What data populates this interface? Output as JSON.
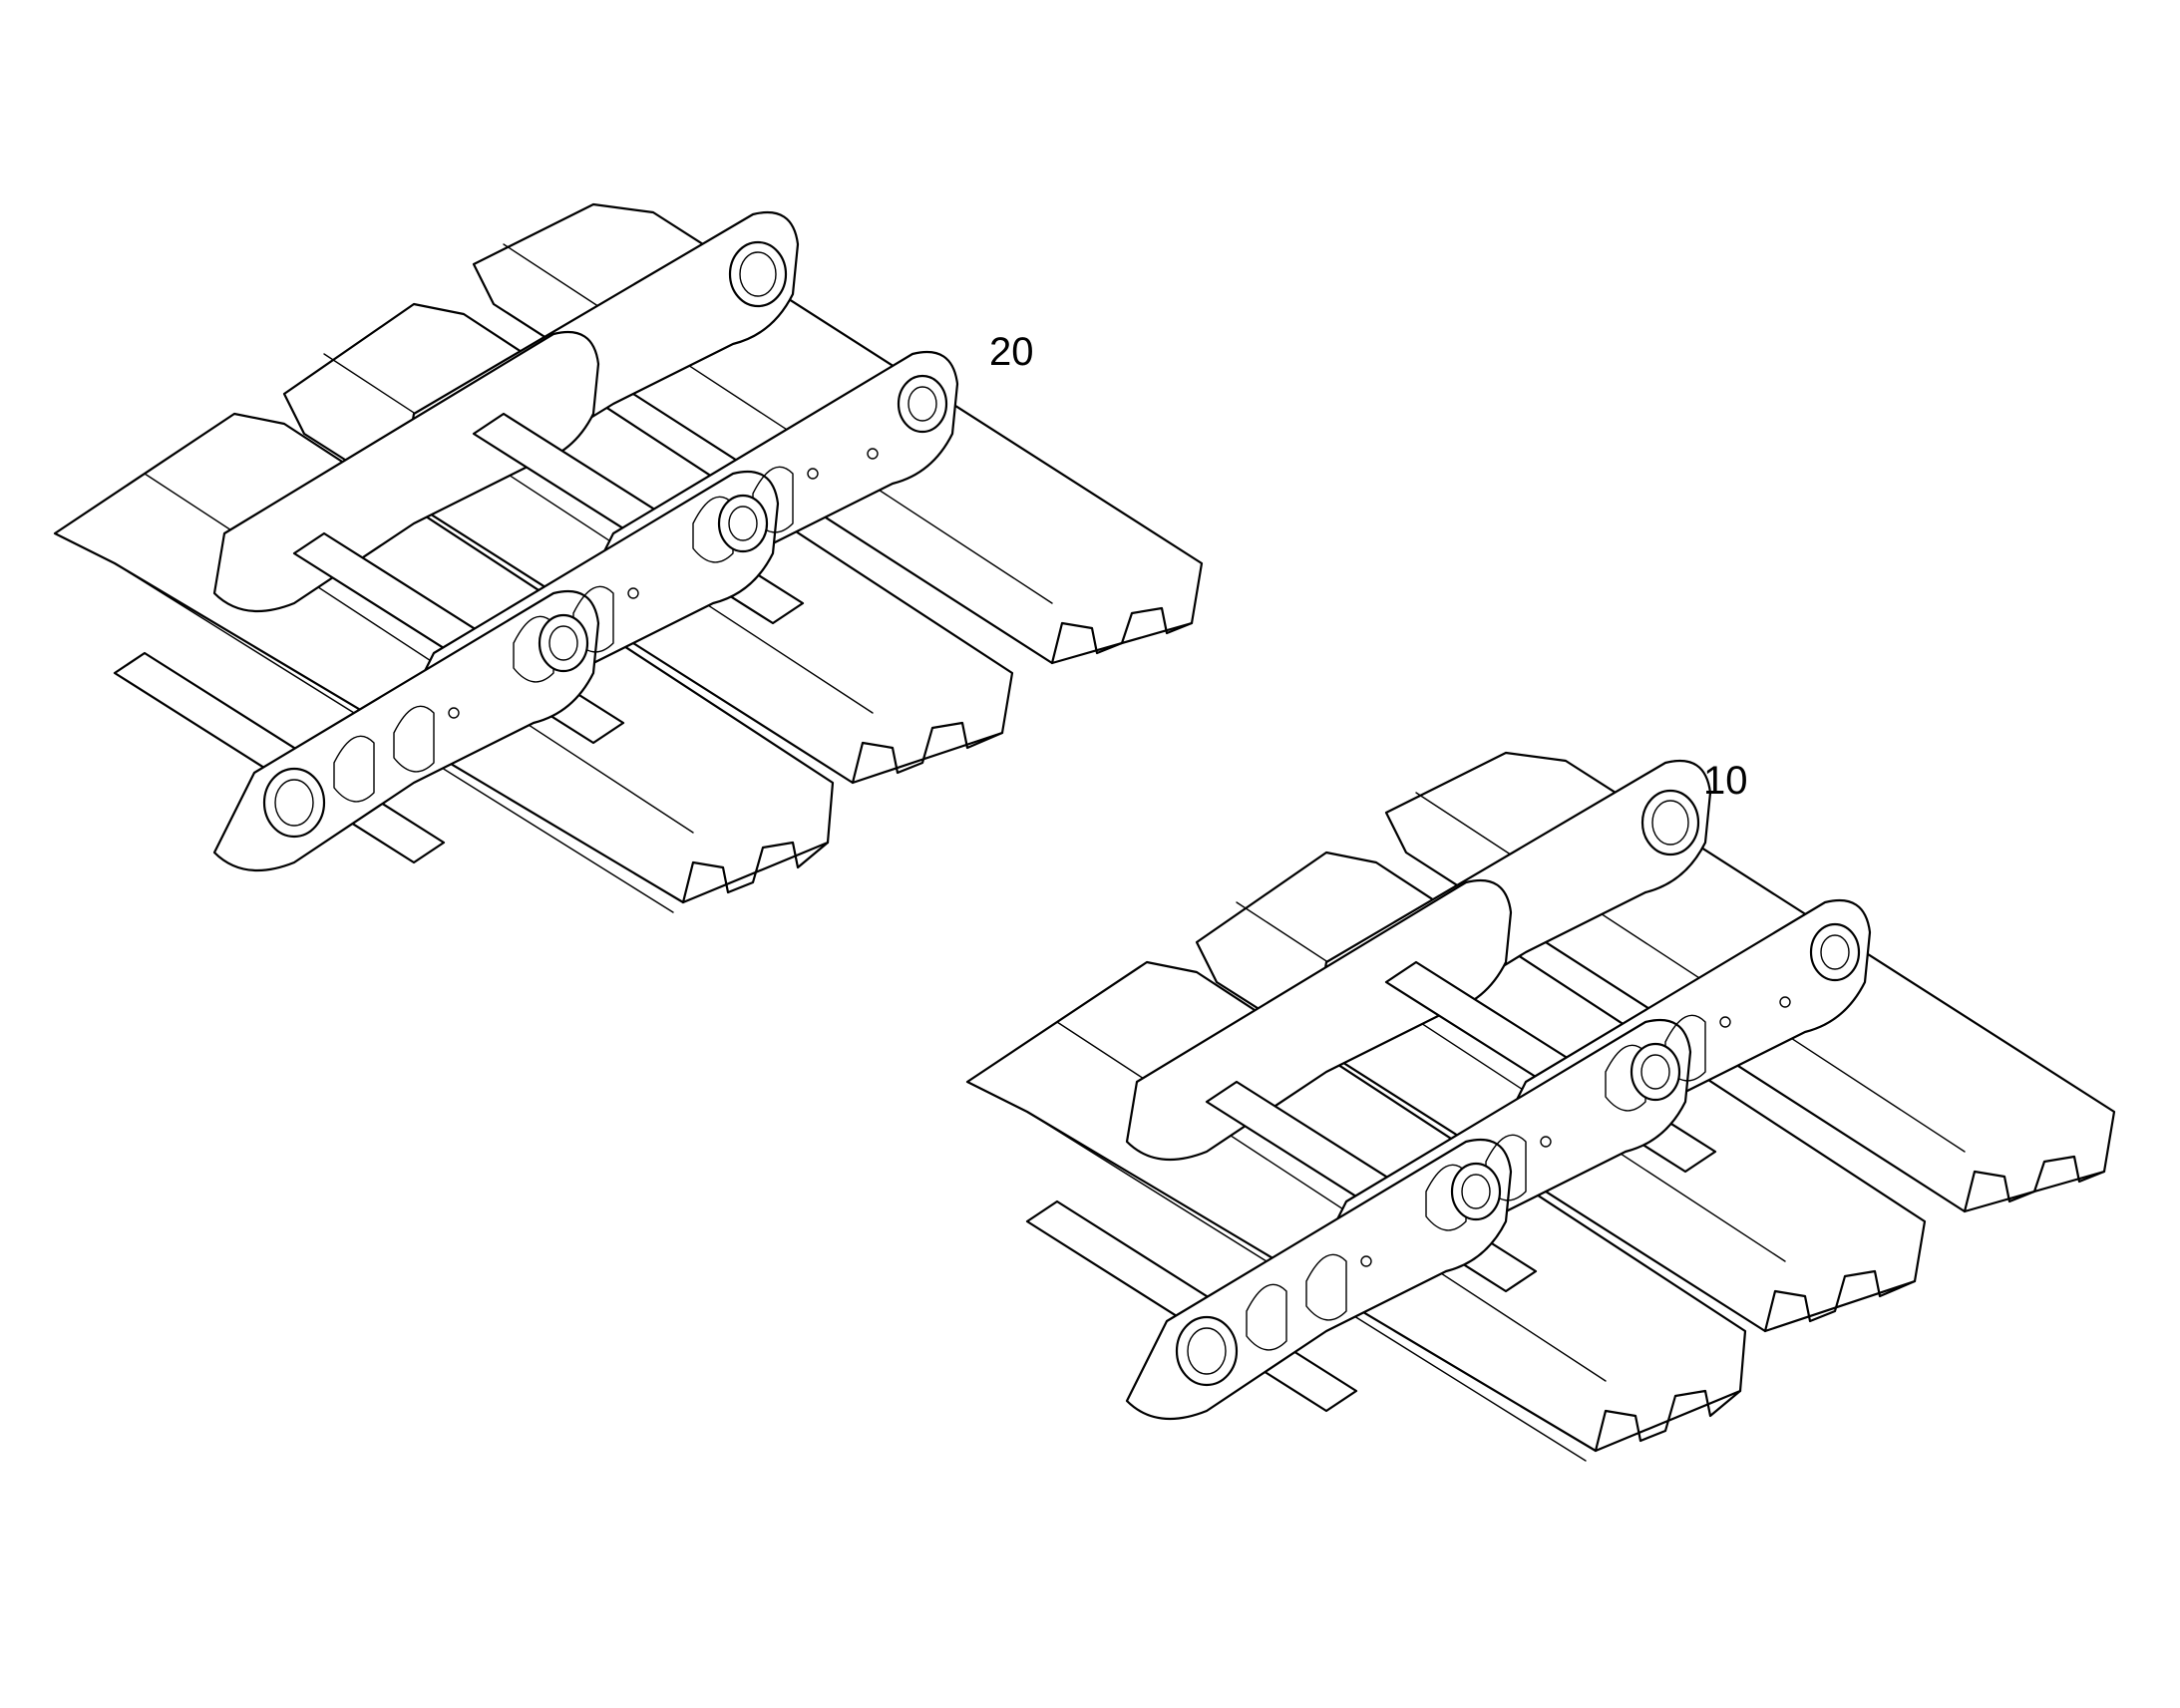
{
  "diagram": {
    "callouts": [
      {
        "id": "20",
        "text": "20"
      },
      {
        "id": "10",
        "text": "10"
      }
    ],
    "line_color": "#000000",
    "background": "#ffffff"
  }
}
